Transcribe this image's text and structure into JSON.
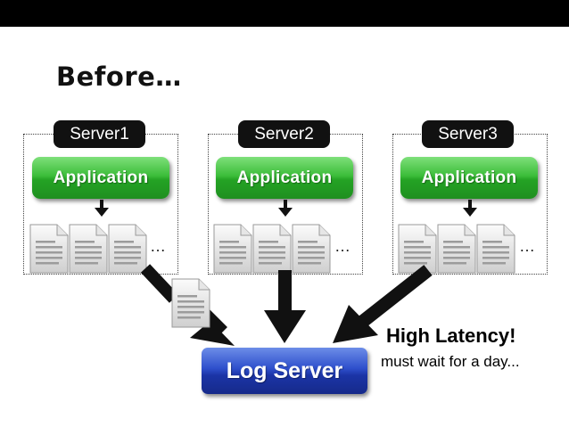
{
  "title": "Before…",
  "servers": [
    {
      "name": "Server1",
      "app_label": "Application"
    },
    {
      "name": "Server2",
      "app_label": "Application"
    },
    {
      "name": "Server3",
      "app_label": "Application"
    }
  ],
  "ellipsis": "…",
  "log_server_label": "Log Server",
  "latency": {
    "title": "High Latency!",
    "subtitle": "must wait for a day..."
  },
  "colors": {
    "application_green": "#2fb02f",
    "log_server_blue": "#2443c0",
    "server_tab_black": "#111111"
  }
}
